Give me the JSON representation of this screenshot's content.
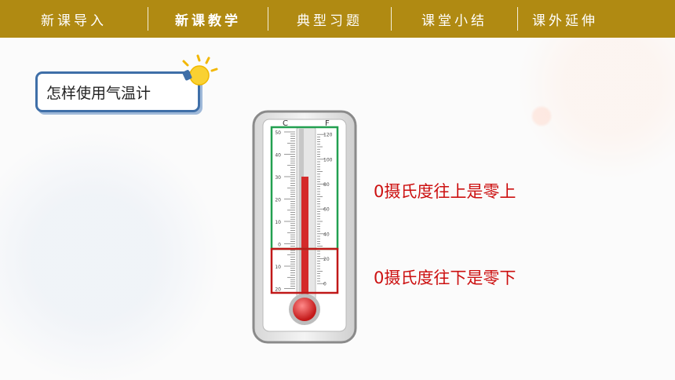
{
  "nav": {
    "items": [
      {
        "label": "新课导入"
      },
      {
        "label": "新课教学"
      },
      {
        "label": "典型习题"
      },
      {
        "label": "课堂小结"
      },
      {
        "label": "课外延伸"
      }
    ],
    "active_index": 1,
    "bar_color": "#b08a12"
  },
  "lesson": {
    "title": "怎样使用气温计",
    "title_icon": "lightbulb-icon"
  },
  "thermometer": {
    "celsius_label": "C",
    "fahrenheit_label": "F",
    "celsius_ticks": [
      "50",
      "40",
      "30",
      "20",
      "10",
      "0",
      "10",
      "20"
    ],
    "fahrenheit_ticks": [
      "120",
      "100",
      "80",
      "60",
      "40",
      "20",
      "0"
    ],
    "reading_celsius": 30,
    "above_zero_box_color": "#22a050",
    "below_zero_box_color": "#c01818",
    "mercury_color": "#d42a2a"
  },
  "notes": {
    "above": "0摄氏度往上是零上",
    "below": "0摄氏度往下是零下",
    "color": "#cc1010"
  }
}
